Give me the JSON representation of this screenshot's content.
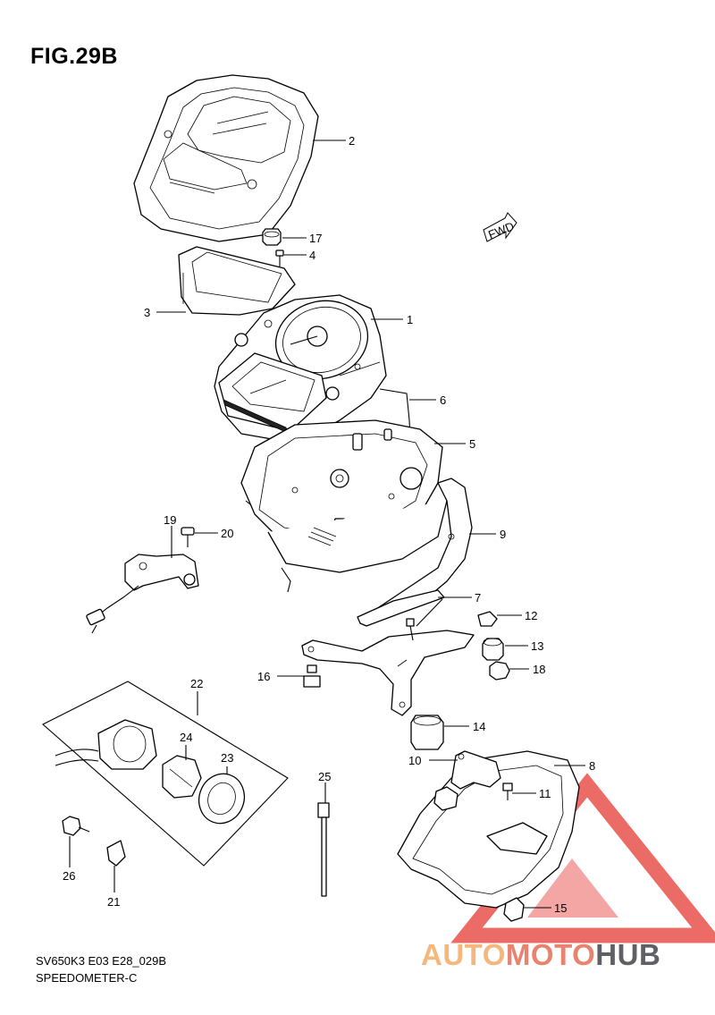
{
  "figure": {
    "title": "FIG.29B",
    "model_code": "SV650K3 E03 E28_029B",
    "subtitle": "SPEEDOMETER-C"
  },
  "fwd_badge": "FWD",
  "watermark": {
    "part1": "AUTO",
    "part2": "MOTO",
    "part3": "HUB"
  },
  "callouts": [
    "1",
    "2",
    "3",
    "4",
    "5",
    "6",
    "7",
    "8",
    "9",
    "10",
    "11",
    "12",
    "13",
    "14",
    "15",
    "16",
    "17",
    "18",
    "19",
    "20",
    "21",
    "22",
    "23",
    "24",
    "25",
    "26"
  ],
  "colors": {
    "watermark_orange": "#f5b77c",
    "watermark_red": "#e9826f",
    "watermark_gray": "#5f5f66",
    "watermark_triangle": "#e53a33"
  }
}
